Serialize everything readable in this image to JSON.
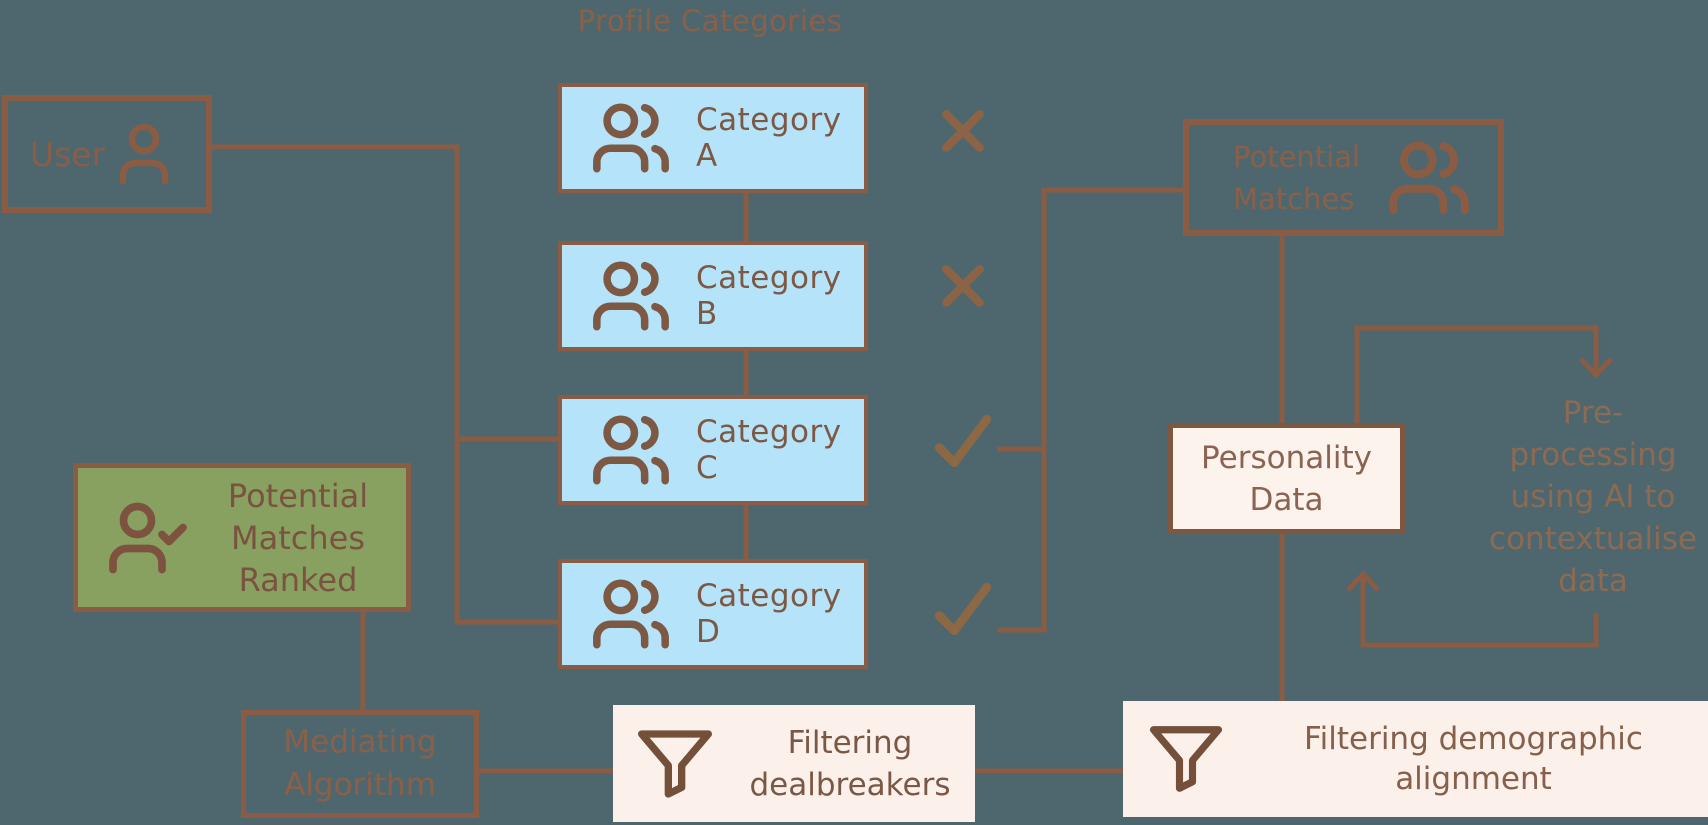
{
  "title": {
    "label": "Profile Categories"
  },
  "palette": {
    "background": "#4e666e",
    "line_brown": "#8a5c44",
    "category_fill": "#b4e3fa",
    "cream_fill": "#fbf1ea",
    "green_fill": "#88a161",
    "text_brown": "#8a6148",
    "text_dark_brown": "#7b5846",
    "icon_brown": "#7d5843",
    "funnel_brown": "#74503b"
  },
  "nodes": {
    "user": {
      "label": "User"
    },
    "categories": [
      {
        "label": "Category A",
        "mark": "rejected"
      },
      {
        "label": "Category B",
        "mark": "rejected"
      },
      {
        "label": "Category C",
        "mark": "accepted"
      },
      {
        "label": "Category D",
        "mark": "accepted"
      }
    ],
    "potential_matches": {
      "line1": "Potential",
      "line2": "Matches"
    },
    "personality_data": {
      "line1": "Personality",
      "line2": "Data"
    },
    "preprocessing": {
      "lines": [
        "Pre-",
        "processing",
        "using AI to",
        "contextualise",
        "data"
      ]
    },
    "potential_matches_ranked": {
      "lines": [
        "Potential",
        "Matches",
        "Ranked"
      ]
    },
    "mediating_algorithm": {
      "line1": "Mediating",
      "line2": "Algorithm"
    },
    "filtering_dealbreakers": {
      "line1": "Filtering",
      "line2": "dealbreakers"
    },
    "filtering_demographic": {
      "line1": "Filtering demographic",
      "line2": "alignment"
    }
  },
  "icons": {
    "user": "user-icon",
    "users": "users-icon",
    "user_check": "user-check-icon",
    "funnel": "funnel-icon",
    "rejected": "x-mark-icon",
    "accepted": "check-mark-icon",
    "arrow_down": "arrow-down-icon",
    "arrow_up": "arrow-up-icon"
  }
}
